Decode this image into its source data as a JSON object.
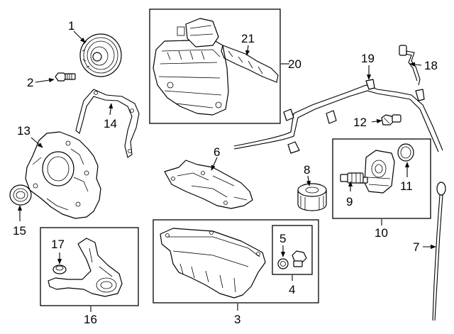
{
  "callouts": {
    "c1": "1",
    "c2": "2",
    "c3": "3",
    "c4": "4",
    "c5": "5",
    "c6": "6",
    "c7": "7",
    "c8": "8",
    "c9": "9",
    "c10": "10",
    "c11": "11",
    "c12": "12",
    "c13": "13",
    "c14": "14",
    "c15": "15",
    "c16": "16",
    "c17": "17",
    "c18": "18",
    "c19": "19",
    "c20": "20",
    "c21": "21"
  },
  "colors": {
    "line": "#000000",
    "background": "#ffffff"
  }
}
